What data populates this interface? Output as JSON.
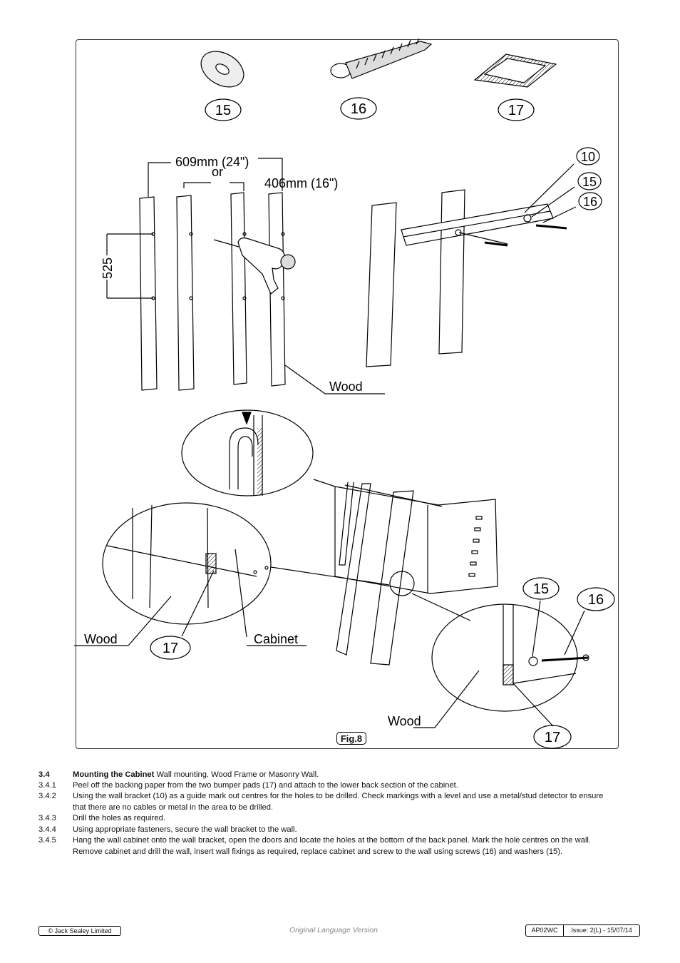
{
  "figure": {
    "parts": [
      {
        "number": "15"
      },
      {
        "number": "16"
      },
      {
        "number": "17"
      }
    ],
    "dim_609": "609mm (24\")",
    "dim_or": "or",
    "dim_406": "406mm (16\")",
    "dim_525": "525",
    "callout_10": "10",
    "callout_15": "15",
    "callout_16": "16",
    "wood_label": "Wood",
    "cabinet_label": "Cabinet",
    "callout_17": "17",
    "fig_label": "Fig.8"
  },
  "instructions": {
    "heading_num": "3.4",
    "heading_bold": "Mounting the Cabinet",
    "heading_rest": " Wall mounting. Wood Frame or Masonry Wall.",
    "steps": [
      {
        "num": "3.4.1",
        "text": "Peel off the backing paper from the two bumper pads (17) and attach to the lower back section of the cabinet."
      },
      {
        "num": "3.4.2",
        "text": "Using the wall bracket (10) as a guide mark out centres for the holes to be drilled. Check markings with a level and use a metal/stud detector to ensure that there are no cables or metal in the area to be drilled."
      },
      {
        "num": "3.4.3",
        "text": "Drill the holes as required."
      },
      {
        "num": "3.4.4",
        "text": "Using appropriate fasteners, secure the wall bracket to the wall."
      },
      {
        "num": "3.4.5",
        "text": "Hang the wall cabinet onto the wall bracket, open the doors and locate the holes at the bottom of the back panel. Mark the hole centres on the wall. Remove cabinet and drill the wall, insert wall fixings as required, replace cabinet and screw to the wall using screws (16) and washers (15)."
      }
    ]
  },
  "footer": {
    "copyright": "© Jack Sealey Limited",
    "center": "Original Language Version",
    "code": "AP02WC",
    "issue": "Issue: 2(L) - 15/07/14"
  }
}
